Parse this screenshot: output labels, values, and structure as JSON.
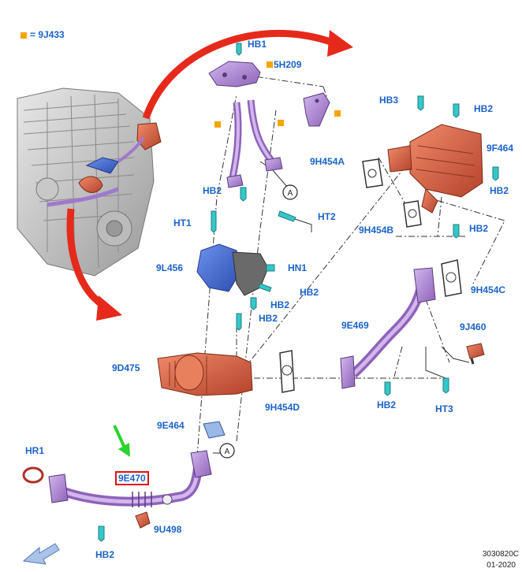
{
  "legend": {
    "equals_text": "= 9J433",
    "swatch_color": "#f5a400"
  },
  "labels": {
    "HB1": "HB1",
    "5H209": "5H209",
    "HB3": "HB3",
    "HB2": "HB2",
    "9H454A": "9H454A",
    "9F464": "9F464",
    "9H454B": "9H454B",
    "HT1": "HT1",
    "HT2": "HT2",
    "9L456": "9L456",
    "HN1": "HN1",
    "9H454C": "9H454C",
    "9E469": "9E469",
    "9J460": "9J460",
    "9D475": "9D475",
    "9H454D": "9H454D",
    "HT3": "HT3",
    "9E464": "9E464",
    "HR1": "HR1",
    "9E470": "9E470",
    "9U498": "9U498",
    "A": "A"
  },
  "meta": {
    "ref": "3030820C",
    "date": "01-2020"
  },
  "colors": {
    "label": "#1a63c9",
    "highlight": "#e01010",
    "egr_red": "#e52a1c",
    "arrow_green": "#2bd42b",
    "purple_part": "#b48ad8",
    "copper_part": "#d9684a",
    "blue_part": "#4a72d8",
    "teal_bolt": "#35c7c9"
  }
}
